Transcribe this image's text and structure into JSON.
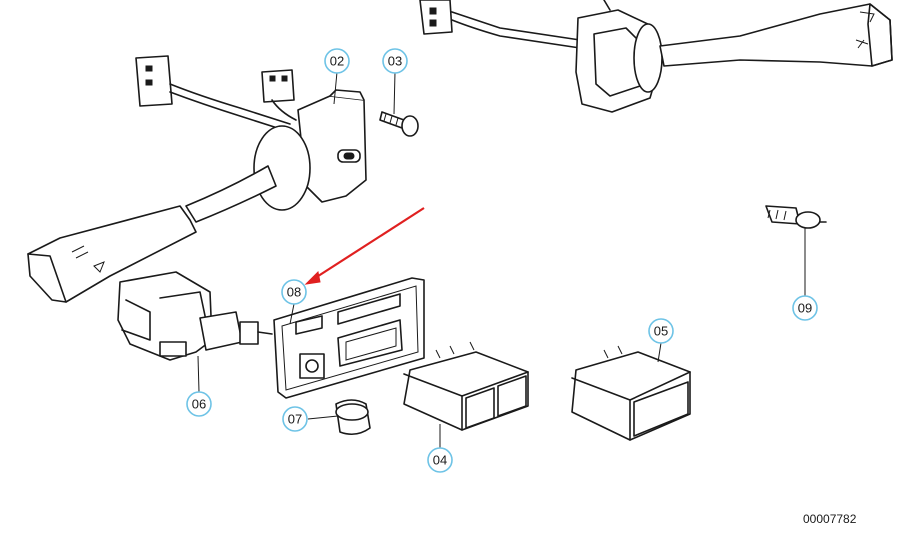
{
  "callouts": {
    "c02": "02",
    "c03": "03",
    "c04": "04",
    "c05": "05",
    "c06": "06",
    "c07": "07",
    "c08": "08",
    "c09": "09"
  },
  "reference_number": "00007782",
  "colors": {
    "callout_ring": "#6ec3e6",
    "highlight_arrow": "#e02020",
    "line_art": "#1a1a1a"
  }
}
